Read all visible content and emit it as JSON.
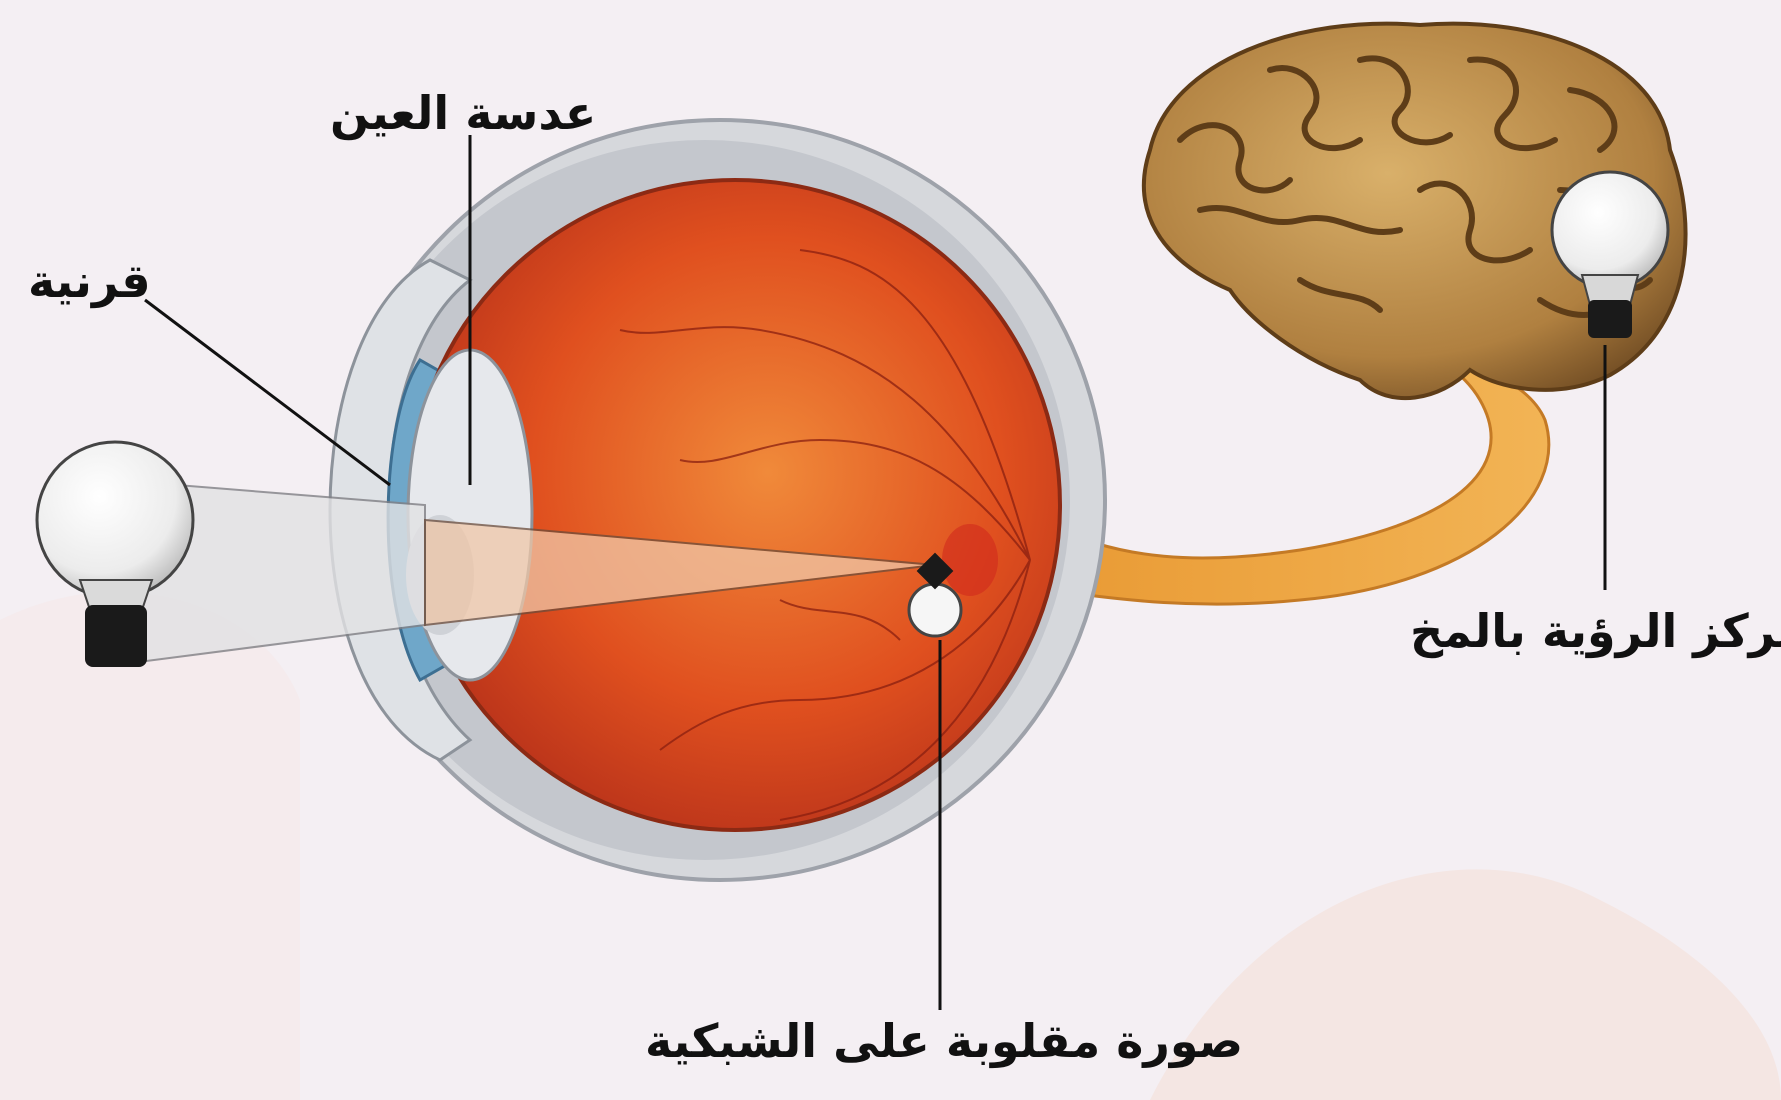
{
  "diagram": {
    "labels": {
      "lens": "عدسة العين",
      "cornea": "قرنية",
      "visual_center": "مركز الرؤية بالمخ",
      "inverted_image": "صورة مقلوبة على الشبكية"
    }
  },
  "colors": {
    "background": "#f4eff3",
    "eyeball": "#d9451f",
    "sclera": "#c9ccd3",
    "iris": "#6fa7c9",
    "optic_nerve": "#e8a23d",
    "brain": "#b58a45",
    "bulb_glass": "#f2f2f2",
    "bulb_base": "#1a1a1a"
  },
  "icons": [
    "lightbulb-icon",
    "eye-icon",
    "brain-icon"
  ]
}
